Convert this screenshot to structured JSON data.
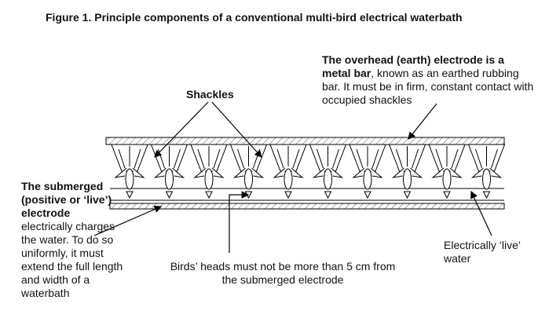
{
  "title": "Figure 1. Principle components of a conventional multi-bird electrical waterbath",
  "labels": {
    "shackles": "Shackles",
    "overhead_bold": "The overhead (earth) electrode is a metal bar",
    "overhead_rest": ", known as an earthed rubbing bar. It must be in firm, constant contact with occupied shackles",
    "submerged_bold": "The submerged (positive or ‘live’) electrode",
    "submerged_rest": " electrically charges the water. To do so uniformly, it must extend the full length and width of a waterbath",
    "live_water": "Electrically ‘live’ water",
    "heads": "Birds’ heads must not be more than 5 cm from the submerged electrode"
  },
  "bird_count": 10
}
